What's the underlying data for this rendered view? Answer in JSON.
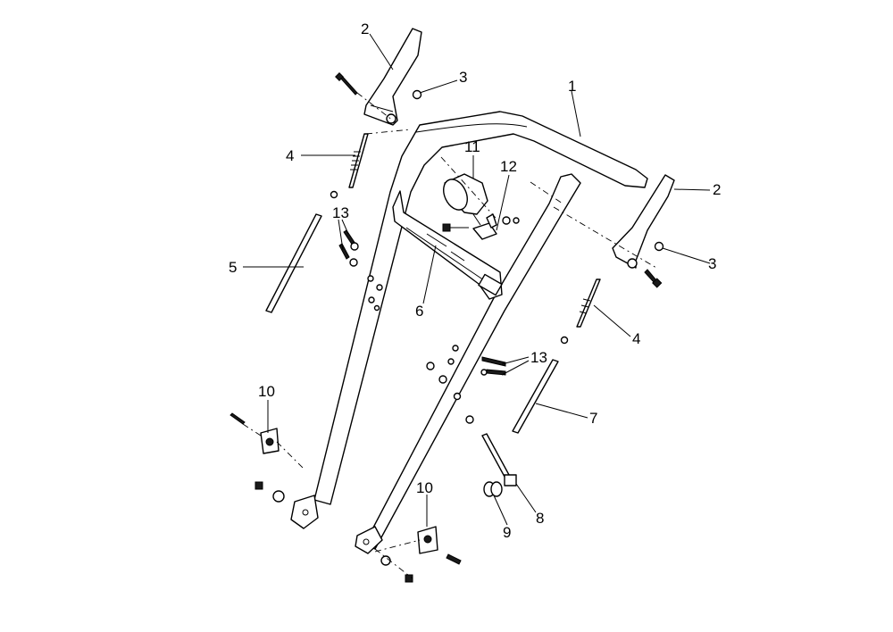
{
  "callouts": [
    {
      "id": "c2a",
      "label": "2"
    },
    {
      "id": "c3a",
      "label": "3"
    },
    {
      "id": "c1",
      "label": "1"
    },
    {
      "id": "c4a",
      "label": "4"
    },
    {
      "id": "c11",
      "label": "11"
    },
    {
      "id": "c12",
      "label": "12"
    },
    {
      "id": "c2b",
      "label": "2"
    },
    {
      "id": "c13a",
      "label": "13"
    },
    {
      "id": "c5",
      "label": "5"
    },
    {
      "id": "c3b",
      "label": "3"
    },
    {
      "id": "c6",
      "label": "6"
    },
    {
      "id": "c4b",
      "label": "4"
    },
    {
      "id": "c13b",
      "label": "13"
    },
    {
      "id": "c10a",
      "label": "10"
    },
    {
      "id": "c7",
      "label": "7"
    },
    {
      "id": "c8",
      "label": "8"
    },
    {
      "id": "c10b",
      "label": "10"
    },
    {
      "id": "c9",
      "label": "9"
    }
  ]
}
